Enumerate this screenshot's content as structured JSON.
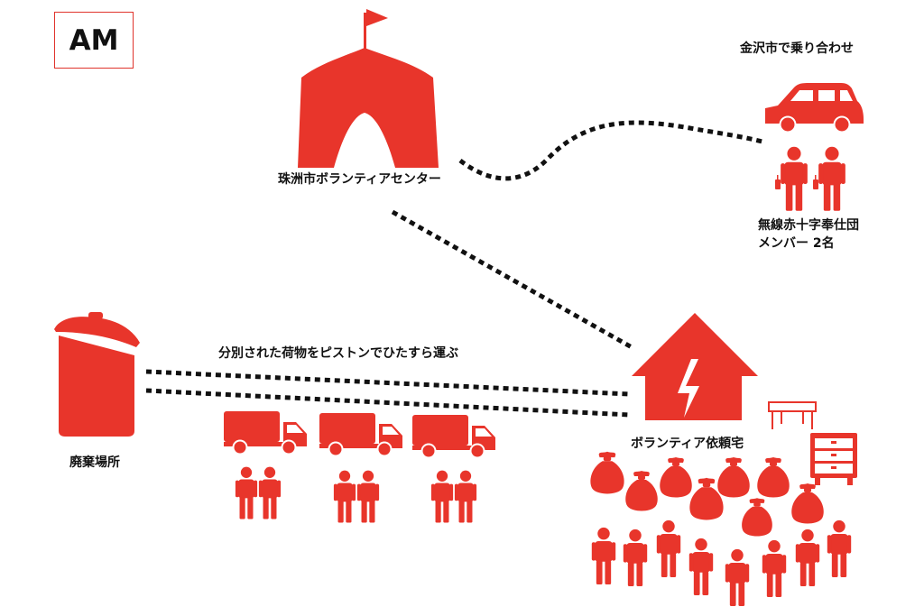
{
  "badge": "AM",
  "labels": {
    "volunteer_center": "珠洲市ボランティアセンター",
    "carpool": "金沢市で乗り合わせ",
    "red_cross_line1": "無線赤十字奉仕団",
    "red_cross_line2": "メンバー 2名",
    "transport": "分別された荷物をピストンでひたすら運ぶ",
    "disposal_site": "廃棄場所",
    "requester_home": "ボランティア依頼宅"
  },
  "colors": {
    "accent": "#e8352b",
    "line": "#111111",
    "text": "#111111"
  },
  "icons": [
    "tent-icon",
    "car-icon",
    "person-with-radio-icon",
    "trash-can-icon",
    "truck-icon",
    "person-icon",
    "damaged-house-icon",
    "table-icon",
    "dresser-icon",
    "garbage-bag-icon"
  ]
}
